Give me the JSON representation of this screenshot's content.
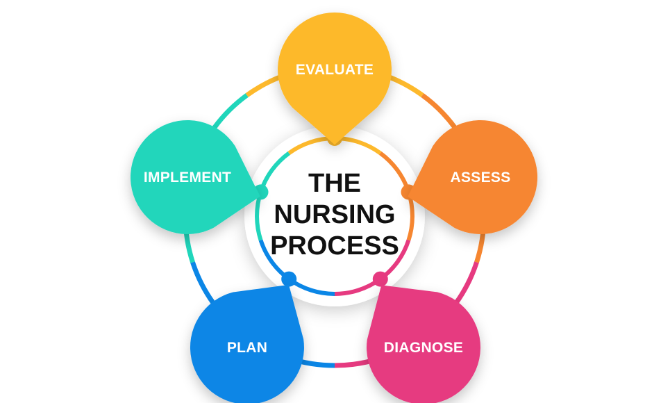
{
  "center": {
    "title_lines": [
      "THE",
      "NURSING",
      "PROCESS"
    ]
  },
  "stages": [
    {
      "label": "EVALUATE",
      "color": "#FDB92C"
    },
    {
      "label": "ASSESS",
      "color": "#F68630"
    },
    {
      "label": "DIAGNOSE",
      "color": "#E63A80"
    },
    {
      "label": "PLAN",
      "color": "#0B86E6"
    },
    {
      "label": "IMPLEMENT",
      "color": "#20D6BB"
    }
  ]
}
